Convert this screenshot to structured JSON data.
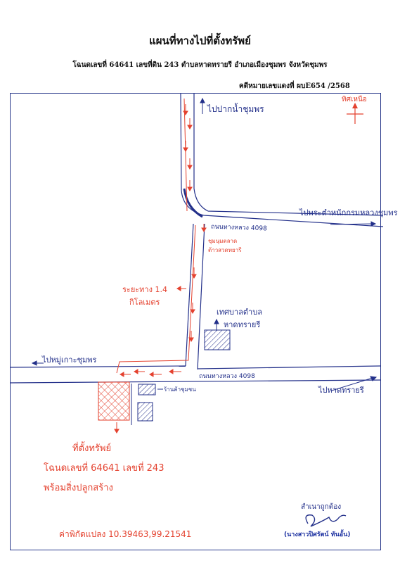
{
  "header": {
    "title": "แผนที่ทางไปที่ตั้งทรัพย์",
    "subtitle": "โฉนดเลขที่ 64641 เลขที่ดิน 243 ตำบลหาดทรายรี อำเภอเมืองชุมพร จังหวัดชุมพร",
    "case_no": "คดีหมายเลขแดงที่ ผบE654 /2568"
  },
  "map": {
    "north_label": "ทิศเหนือ",
    "to_paknam": "ไปปากน้ำชุมพร",
    "to_training": "ไปพระตำหนักกรมหลวงชุมพร",
    "road_4098_a": "ถนนทางหลวง 4098",
    "market_note_1": "ชุมนุมตลาด",
    "market_note_2": "ต้าวสวดทยารี",
    "distance_1": "ระยะทาง 1.4",
    "distance_2": "กิโลเมตร",
    "municipality_1": "เทศบาลตำบล",
    "municipality_2": "หาดทรายรี",
    "to_ko_maphrao": "ไปหมู่เกาะชุมพร",
    "road_4098_b": "ถนนทางหลวง 4098",
    "shop": "ร้านค้าชุมชน",
    "to_haad_sai_ri": "ไปหาดทรายรี",
    "property_label": "ที่ตั้งทรัพย์",
    "deed_line": "โฉนดเลขที่ 64641 เลขที่ 243",
    "condition": "พร้อมสิ่งปลูกสร้าง",
    "coordinates": "ค่าพิกัดแปลง 10.39463,99.21541",
    "certify": "สำเนาถูกต้อง",
    "signer": "(นางสาวปิศรัตน์ ทันอั้น)"
  },
  "colors": {
    "blue": "#23308a",
    "red": "#e4412e"
  }
}
